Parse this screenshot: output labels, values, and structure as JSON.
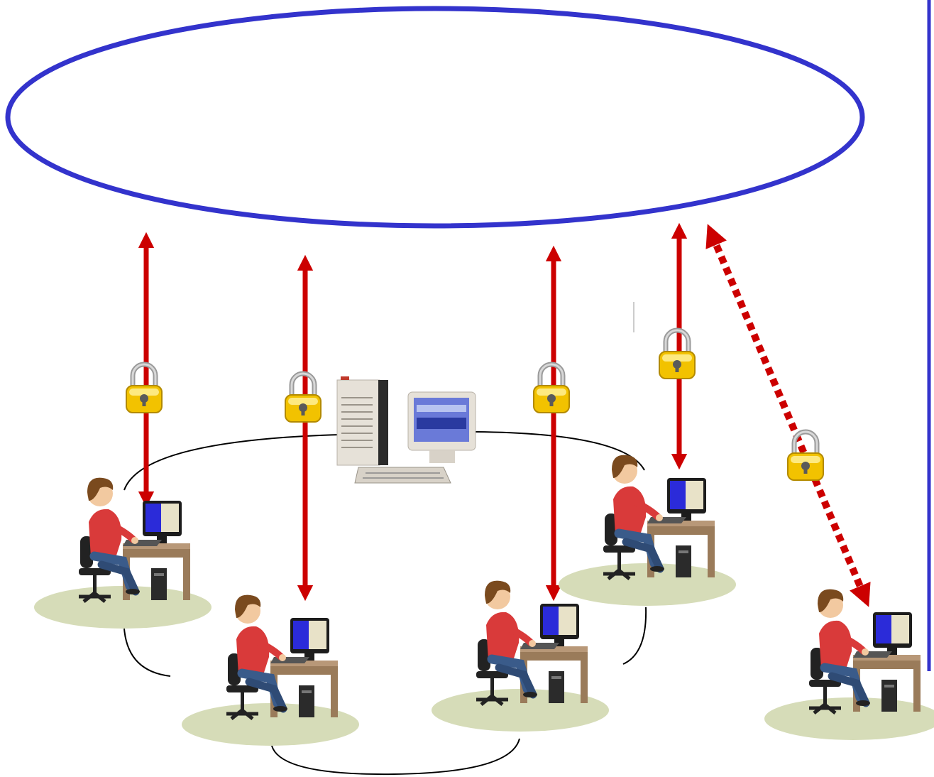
{
  "colors": {
    "internet_cloud": "#3333cc",
    "link_arrow": "#cc0000",
    "lock_body": "#f2c200",
    "lock_shackle": "#a0a0a0",
    "ground_ellipse": "#d6dcb8",
    "lan_ring": "#000000",
    "person_shirt": "#d93a3a",
    "person_hair": "#7a4a1e",
    "desk": "#9a7b5a",
    "monitor_screen": "#2b2bd9"
  },
  "nodes": [
    {
      "name": "server",
      "icon": "server-workstation-icon"
    },
    {
      "name": "user-1",
      "icon": "person-at-computer-icon"
    },
    {
      "name": "user-2",
      "icon": "person-at-computer-icon"
    },
    {
      "name": "user-3",
      "icon": "person-at-computer-icon"
    },
    {
      "name": "user-4",
      "icon": "person-at-computer-icon"
    },
    {
      "name": "remote-user",
      "icon": "person-at-computer-icon"
    }
  ],
  "links": [
    {
      "from": "user-1",
      "to": "internet",
      "style": "solid",
      "secured": true
    },
    {
      "from": "user-2",
      "to": "internet",
      "style": "solid",
      "secured": true
    },
    {
      "from": "user-3",
      "to": "internet",
      "style": "solid",
      "secured": true
    },
    {
      "from": "user-4",
      "to": "internet",
      "style": "solid",
      "secured": true
    },
    {
      "from": "remote-user",
      "to": "internet",
      "style": "dotted",
      "secured": true
    }
  ]
}
